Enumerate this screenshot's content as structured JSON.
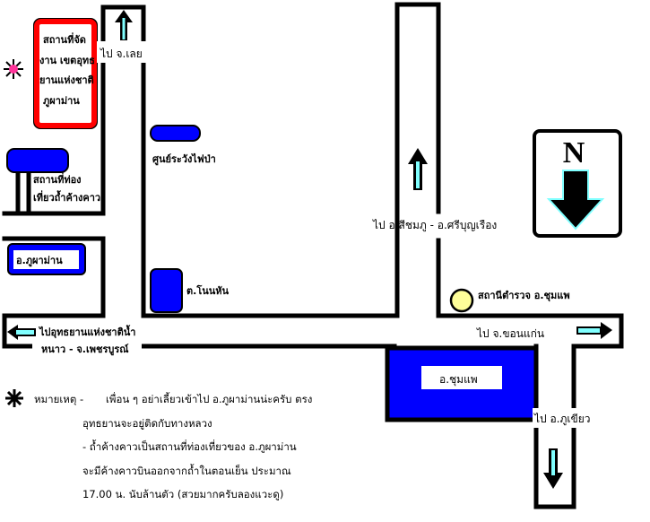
{
  "map": {
    "venue_label": [
      "สถานที่จัด",
      "งาน เขตอุทธ",
      "ยานแห่งชาติ",
      "ภูผาม่าน"
    ],
    "to_loei": "ไป จ.เลย",
    "fire_center": "ศูนย์ระวังไฟป่า",
    "bat_cave": [
      "สถานที่ท่อง",
      "เที่ยวถ้ำค้างคาว"
    ],
    "phu_pha_man": "อ.ภูผาม่าน",
    "non_han": "ต.โนนหัน",
    "to_si_chomphu": "ไป อ.สีชมภู - อ.ศรีบุญเรือง",
    "police_station": "สถานีตำรวจ อ.ชุมแพ",
    "to_nam_nao": [
      "ไปอุทธยานแห่งชาติน้ำ",
      "หนาว - จ.เพชรบูรณ์"
    ],
    "to_khon_kaen": "ไป จ.ขอนแก่น",
    "chum_phae": "อ.ชุมแพ",
    "to_phu_khiao": "ไป อ.ภูเขียว",
    "north_letter": "N"
  },
  "note": {
    "heading": "หมายเหตุ  -",
    "lines": [
      "เพื่อน ๆ อย่าเลี้ยวเข้าไป อ.ภูผาม่านน่ะครับ ตรง",
      "อุทธยานจะอยู่ติดกับทางหลวง",
      "-   ถ้ำค้างคาวเป็นสถานที่ท่องเที่ยวของ อ.ภูผาม่าน",
      "จะมีค้างคาวบินออกจากถ้ำในตอนเย็น  ประมาณ",
      "17.00 น. นับล้านตัว (สวยมากครับลองแวะดู)"
    ]
  },
  "colors": {
    "blue": "#0000ff",
    "red": "#ff0000",
    "cyan": "#80ffff",
    "yellow": "#ffff99",
    "pink": "#ff3399"
  }
}
